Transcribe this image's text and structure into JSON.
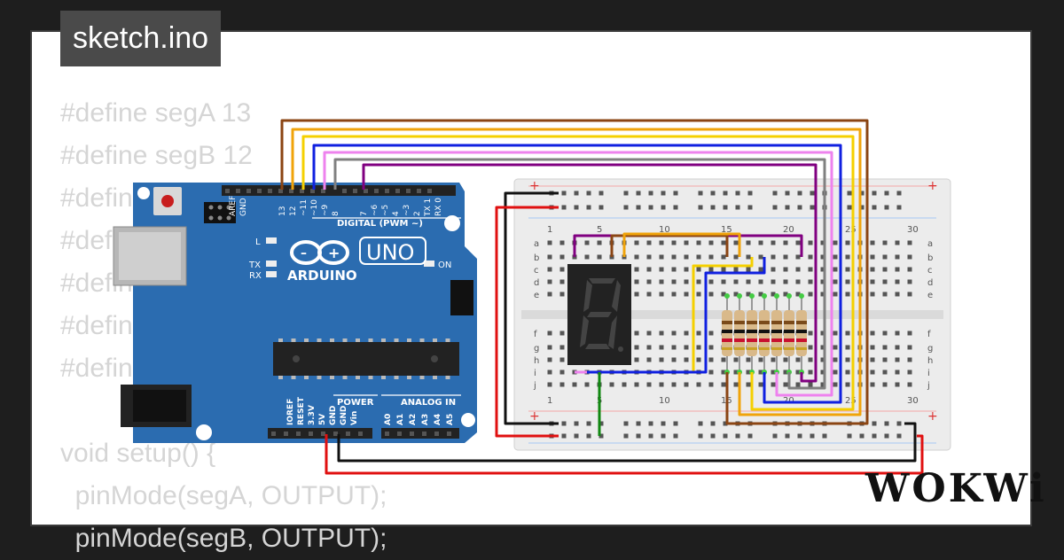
{
  "file_tab": "sketch.ino",
  "code_lines": [
    "#define segA 13",
    "#define segB 12",
    "#define",
    "#define",
    "#define",
    "#define",
    "#define",
    "",
    "void setup() {",
    "  pinMode(segA, OUTPUT);",
    "  pinMode(segB, OUTPUT);"
  ],
  "board": {
    "name": "UNO",
    "brand": "ARDUINO",
    "digital_label": "DIGITAL (PWM ~)",
    "power_label": "POWER",
    "analog_label": "ANALOG IN",
    "led_labels": [
      "L",
      "TX",
      "RX",
      "ON"
    ],
    "top_pins": [
      "AREF",
      "GND",
      "13",
      "12",
      "~11",
      "~10",
      "~9",
      "8",
      "7",
      "~6",
      "~5",
      "4",
      "~3",
      "2",
      "TX 1",
      "RX 0"
    ],
    "power_pins": [
      "IOREF",
      "RESET",
      "3.3V",
      "5V",
      "GND",
      "GND",
      "Vin"
    ],
    "analog_pins": [
      "A0",
      "A1",
      "A2",
      "A3",
      "A4",
      "A5"
    ]
  },
  "breadboard": {
    "column_numbers": [
      "1",
      "5",
      "10",
      "15",
      "20",
      "25",
      "30"
    ],
    "row_letters_top": [
      "a",
      "b",
      "c",
      "d",
      "e"
    ],
    "row_letters_bottom": [
      "f",
      "g",
      "h",
      "i",
      "j"
    ],
    "rail_plus": "+",
    "rail_minus": "–"
  },
  "brand_logo": "WOKWi",
  "colors": {
    "board": "#2b6cb0",
    "wire_brown": "#8b4513",
    "wire_orange": "#f0a30a",
    "wire_yellow": "#f5d000",
    "wire_blue": "#1020e0",
    "wire_pink": "#ee82ee",
    "wire_gray": "#808080",
    "wire_purple": "#800080",
    "wire_red": "#e01010",
    "wire_black": "#111111",
    "wire_green": "#118811"
  }
}
